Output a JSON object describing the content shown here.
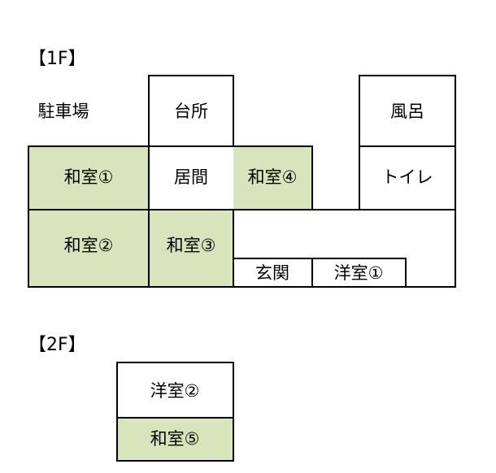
{
  "floor1": {
    "label": "【1F】",
    "rooms": {
      "parking": "駐車場",
      "kitchen": "台所",
      "bath": "風呂",
      "washitsu1": "和室①",
      "living": "居間",
      "washitsu4": "和室④",
      "toilet": "トイレ",
      "washitsu2": "和室②",
      "washitsu3": "和室③",
      "entrance": "玄関",
      "youshitsu1": "洋室①"
    }
  },
  "floor2": {
    "label": "【2F】",
    "rooms": {
      "youshitsu2": "洋室②",
      "washitsu5": "和室⑤"
    }
  },
  "colors": {
    "tatami_room_fill": "#d8e4bc",
    "line": "#000000",
    "background": "#ffffff"
  }
}
